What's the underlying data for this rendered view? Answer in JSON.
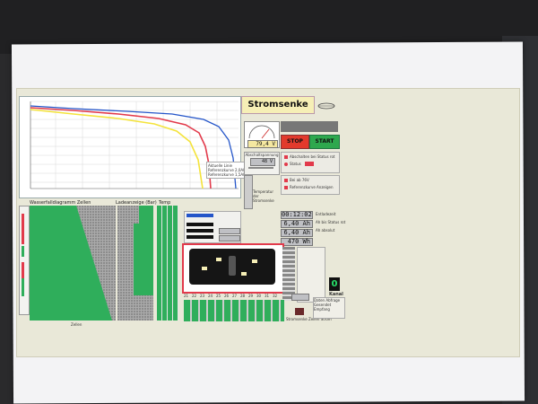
{
  "header": {
    "title": "Stromsenke"
  },
  "controls": {
    "stop_label": "STOP",
    "start_label": "START",
    "voltage_readout": "79,4 V",
    "set_voltage_label": "Abschaltspannung",
    "set_voltage_value": "48 V",
    "temp_label": "Temperatur der Stromsenke"
  },
  "options": {
    "opt1": "Abschalten bei Status rot",
    "opt2_status": "Status",
    "opt3": "Bei ab 76V",
    "opt4": "Referenzkurve Anzeigen"
  },
  "readouts": {
    "time": "00:12:02",
    "ah1": "6,40 Ah",
    "ah2": "6,40 Ah",
    "wh": "470 Wh",
    "label_entladezeit": "Entladezeit",
    "label_ah_rot": "Ah bis Status rot",
    "label_ah_abs": "Ah absolut"
  },
  "left": {
    "hist_title": "Wasserfalldiagramm Zellen",
    "bar_title": "Ladeanzeige (Bar)",
    "temp_title": "Temp",
    "footer": "Zellen"
  },
  "kanal": {
    "value": "0",
    "label": "Kanal"
  },
  "legend": {
    "line1": "Aktuelle Linie",
    "line2": "Referenzkurve 2,0Ah",
    "line3": "Referenzkurve 1,5Ah"
  },
  "bottom_cells": [
    "21",
    "22",
    "23",
    "24",
    "25",
    "26",
    "27",
    "28",
    "29",
    "30",
    "31",
    "32"
  ],
  "misc": {
    "daten": "Daten Abfrage",
    "gesendet": "Gesendet",
    "empfang": "Empfang",
    "stromsenke_btn": "Stromsenke Zeilen Strom"
  },
  "colors": {
    "blue": "#2455c9",
    "red": "#e23a4b",
    "yellow": "#f4e33b",
    "green": "#2fae5b"
  }
}
